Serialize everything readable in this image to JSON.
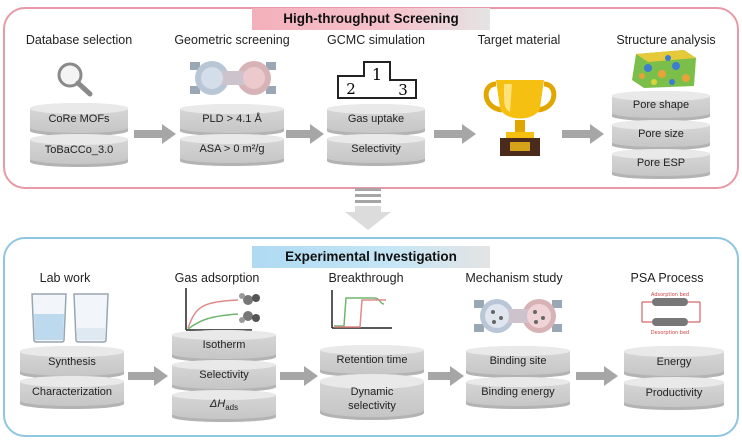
{
  "top": {
    "title": "High-throughput Screening",
    "steps": [
      {
        "title": "Database selection",
        "items": [
          "CoRe MOFs",
          "ToBaCCo_3.0"
        ]
      },
      {
        "title": "Geometric screening",
        "items": [
          "PLD > 4.1 Å",
          "ASA > 0 m²/g"
        ]
      },
      {
        "title": "GCMC simulation",
        "items": [
          "Gas uptake",
          "Selectivity"
        ]
      },
      {
        "title": "Target material",
        "items": []
      },
      {
        "title": "Structure analysis",
        "items": [
          "Pore shape",
          "Pore size",
          "Pore ESP"
        ]
      }
    ],
    "podium_numbers": [
      "1",
      "2",
      "3"
    ]
  },
  "bottom": {
    "title": "Experimental Investigation",
    "steps": [
      {
        "title": "Lab work",
        "items": [
          "Synthesis",
          "Characterization"
        ]
      },
      {
        "title": "Gas adsorption",
        "items": [
          "Isotherm",
          "Selectivity"
        ],
        "dh_symbol": "ΔH",
        "dh_sub": "ads"
      },
      {
        "title": "Breakthrough",
        "items": [
          "Retention time",
          "Dynamic selectivity"
        ]
      },
      {
        "title": "Mechanism study",
        "items": [
          "Binding site",
          "Binding energy"
        ]
      },
      {
        "title": "PSA Process",
        "items": [
          "Energy",
          "Productivity"
        ]
      }
    ],
    "psa_labels": [
      "Adsorption bed",
      "Desorption bed"
    ]
  },
  "colors": {
    "top_border": "#e79aa6",
    "bottom_border": "#8ec6df",
    "arrow": "#a6a6a6"
  }
}
